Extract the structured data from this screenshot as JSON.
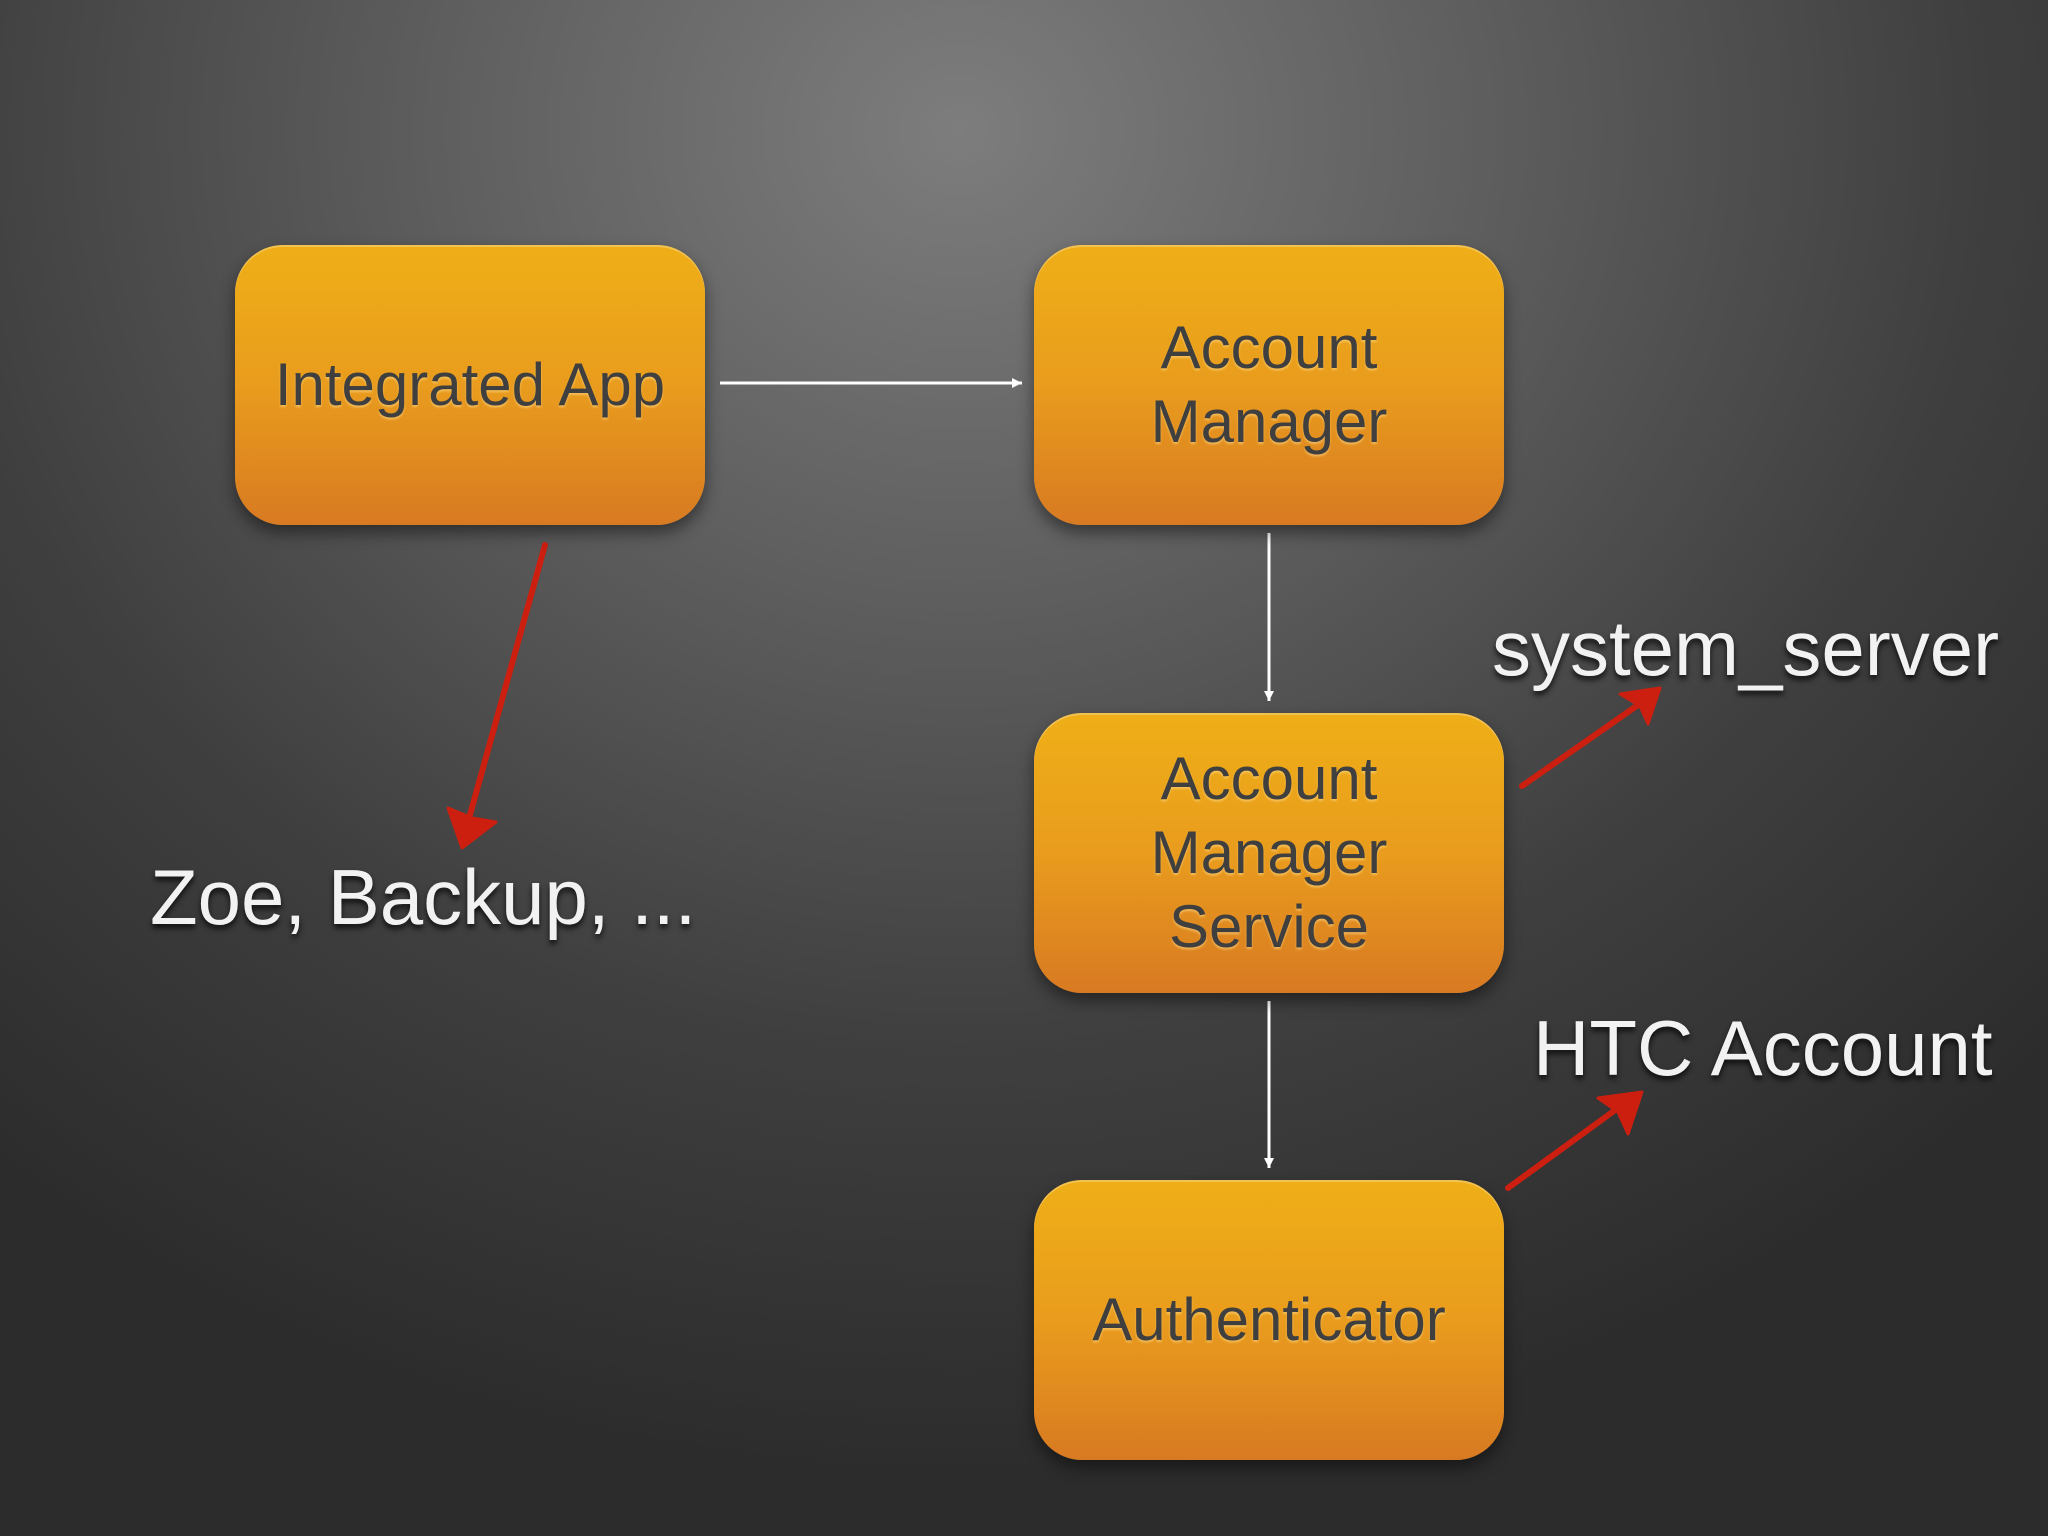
{
  "diagram": {
    "nodes": {
      "integrated_app": [
        "Integrated App"
      ],
      "account_manager": [
        "Account",
        "Manager"
      ],
      "account_manager_service": [
        "Account",
        "Manager",
        "Service"
      ],
      "authenticator": [
        "Authenticator"
      ]
    },
    "annotations": {
      "users": "Zoe, Backup, ...",
      "system_server": "system_server",
      "htc_account": "HTC Account"
    },
    "connectors": [
      {
        "from": "integrated_app",
        "to": "account_manager",
        "color": "#ffffff"
      },
      {
        "from": "account_manager",
        "to": "account_manager_service",
        "color": "#ffffff"
      },
      {
        "from": "account_manager_service",
        "to": "authenticator",
        "color": "#ffffff"
      },
      {
        "from": "integrated_app",
        "to": "users",
        "color": "#cc1f10"
      },
      {
        "from": "account_manager_service",
        "to": "system_server",
        "color": "#cc1f10"
      },
      {
        "from": "authenticator",
        "to": "htc_account",
        "color": "#cc1f10"
      }
    ],
    "colors": {
      "node_fill_top": "#efaf17",
      "node_fill_bottom": "#d87a22",
      "node_text": "#3f3f3f",
      "annotation_text": "#f2f2f2",
      "red_arrow": "#cc1f10"
    }
  }
}
